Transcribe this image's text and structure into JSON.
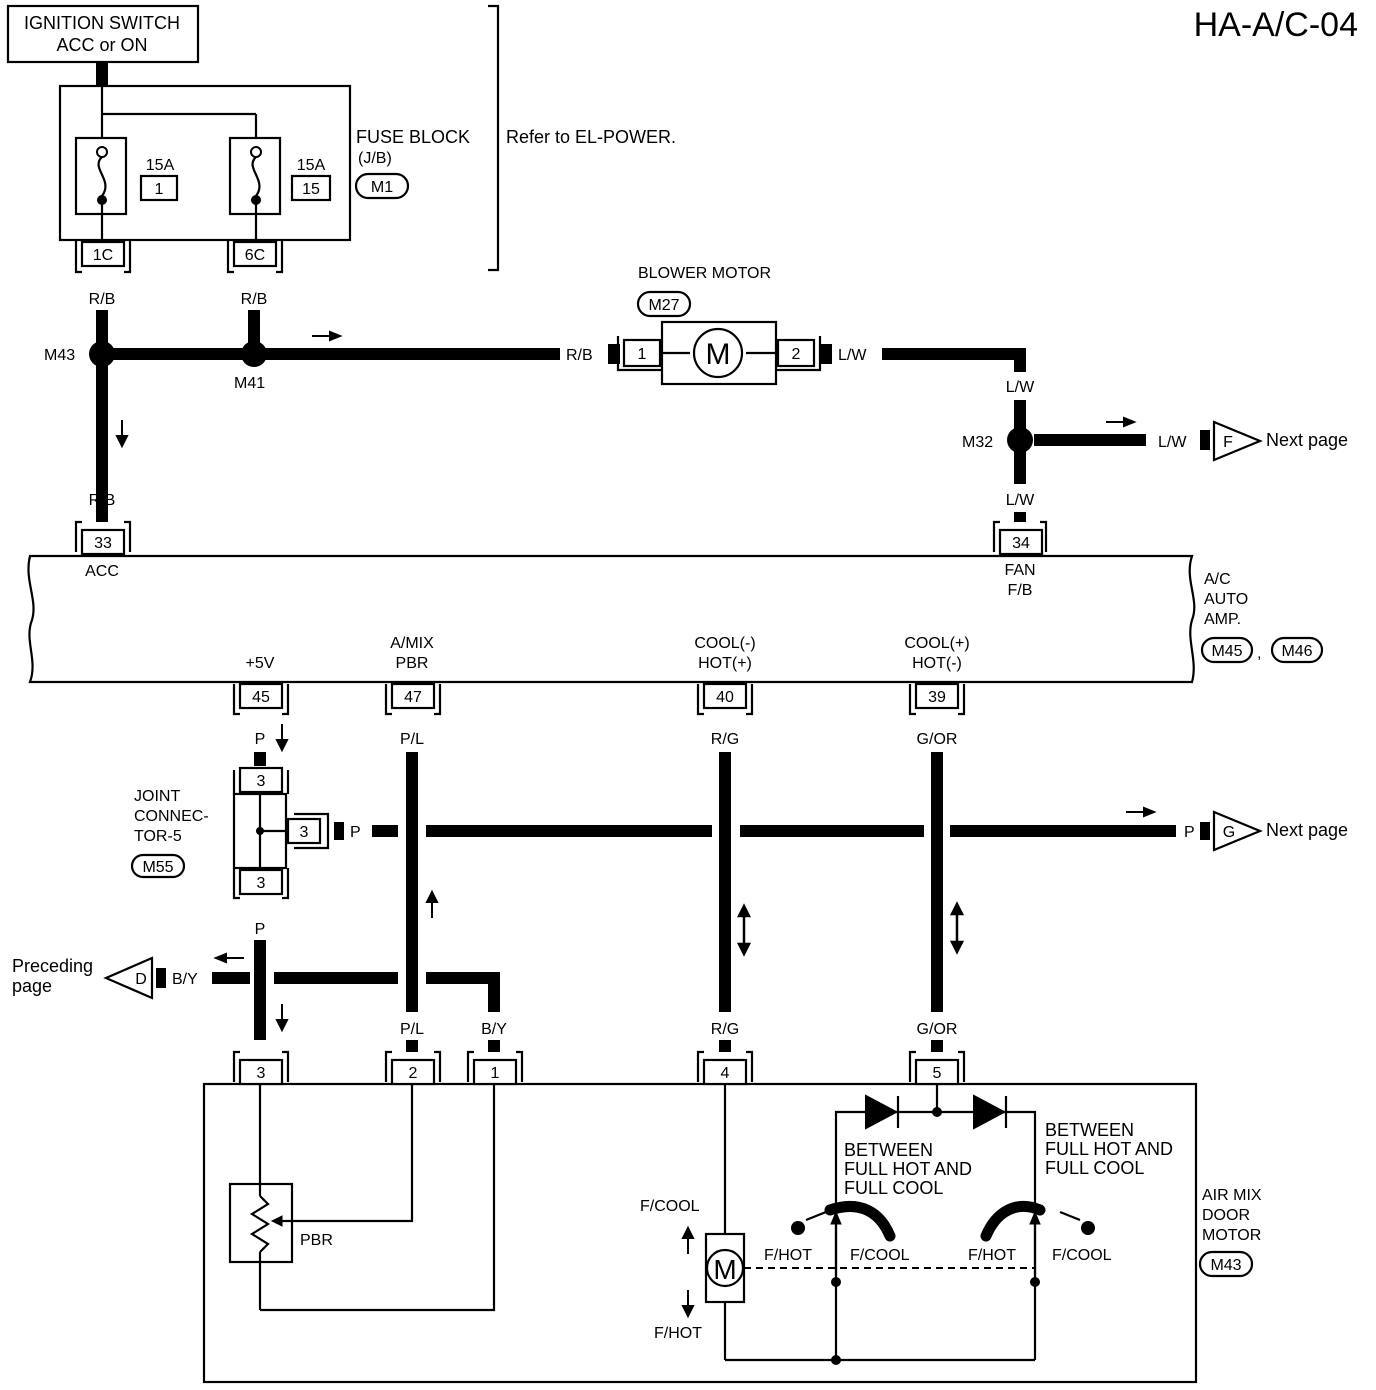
{
  "title": "HA-A/C-04",
  "ignition_switch": {
    "line1": "IGNITION SWITCH",
    "line2": "ACC or ON"
  },
  "fuse_block": {
    "line1": "FUSE BLOCK",
    "line2": "(J/B)",
    "connector": "M1",
    "fuses": [
      {
        "amp": "15A",
        "number": "1",
        "terminal": "1C"
      },
      {
        "amp": "15A",
        "number": "15",
        "terminal": "6C"
      }
    ],
    "refer": "Refer to EL-POWER."
  },
  "blower_motor": {
    "name": "BLOWER MOTOR",
    "connector": "M27",
    "pin_in": "1",
    "pin_out": "2",
    "symbol": "M"
  },
  "junctions": {
    "m43": "M43",
    "m41": "M41",
    "m32": "M32"
  },
  "wires": {
    "rb": "R/B",
    "lw": "L/W",
    "p": "P",
    "pl": "P/L",
    "rg": "R/G",
    "gor": "G/OR",
    "by": "B/Y"
  },
  "next_page_f": {
    "letter": "F",
    "text": "Next page"
  },
  "next_page_g": {
    "letter": "G",
    "text": "Next page"
  },
  "preceding_d": {
    "letter": "D",
    "line1": "Preceding",
    "line2": "page"
  },
  "auto_amp": {
    "line1": "A/C",
    "line2": "AUTO",
    "line3": "AMP.",
    "connectors": [
      "M45",
      "M46"
    ],
    "separator": ",",
    "terminals": {
      "acc": {
        "pin": "33",
        "label": "ACC"
      },
      "fan": {
        "pin": "34",
        "label1": "FAN",
        "label2": "F/B"
      },
      "v5": {
        "pin": "45",
        "label": "+5V"
      },
      "amix": {
        "pin": "47",
        "label1": "A/MIX",
        "label2": "PBR"
      },
      "cool_neg": {
        "pin": "40",
        "label1": "COOL(-)",
        "label2": "HOT(+)"
      },
      "cool_pos": {
        "pin": "39",
        "label1": "COOL(+)",
        "label2": "HOT(-)"
      }
    }
  },
  "joint_connector": {
    "line1": "JOINT",
    "line2": "CONNEC-",
    "line3": "TOR-5",
    "connector": "M55",
    "pins": [
      "3",
      "3",
      "3"
    ]
  },
  "air_mix_motor": {
    "line1": "AIR MIX",
    "line2": "DOOR",
    "line3": "MOTOR",
    "connector": "M43",
    "pins": [
      "3",
      "2",
      "1",
      "4",
      "5"
    ],
    "pbr": "PBR",
    "motor_symbol": "M",
    "f_cool": "F/COOL",
    "f_hot": "F/HOT",
    "between1": [
      "BETWEEN",
      "FULL HOT AND",
      "FULL COOL"
    ],
    "between2": [
      "BETWEEN",
      "FULL HOT AND",
      "FULL COOL"
    ],
    "switch_left": {
      "hot": "F/HOT",
      "cool": "F/COOL"
    },
    "switch_right": {
      "hot": "F/HOT",
      "cool": "F/COOL"
    }
  }
}
